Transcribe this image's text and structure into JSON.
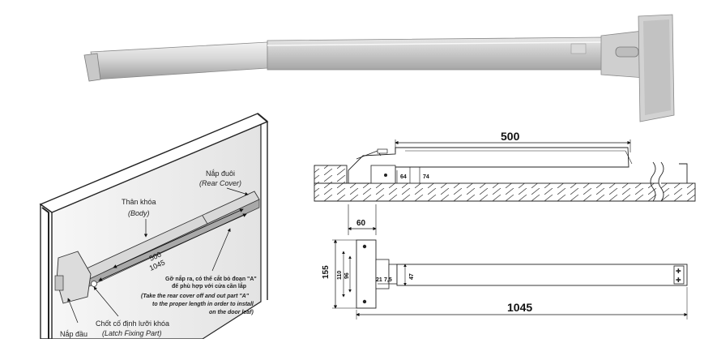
{
  "product": {
    "alt": ""
  },
  "perspective": {
    "labels": {
      "rear_cover_vi": "Nắp đuôi",
      "rear_cover_en": "(Rear Cover)",
      "body_vi": "Thân khóa",
      "body_en": "(Body)",
      "latch_vi": "Chốt cố định lưỡi khóa",
      "latch_en": "(Latch Fixing Part)",
      "head_cover_vi": "Nắp đầu"
    },
    "dims_on_bar": {
      "d500": "500",
      "d1045": "1045"
    },
    "note": {
      "vi_line1": "Gỡ nắp ra, có thể cắt bỏ đoạn \"A\"",
      "vi_line2": "để phù hợp với cửa cần lắp",
      "en_line1": "(Take the rear cover off and out part \"A\"",
      "en_line2": "to the proper length in order to install",
      "en_line3": "on the door leaf)"
    }
  },
  "technical": {
    "top_view": {
      "dim_500": "500",
      "dim_64": "64",
      "dim_74": "74"
    },
    "bottom_view": {
      "dim_60": "60",
      "dim_155": "155",
      "dim_110": "110",
      "dim_96": "96",
      "dim_21": "21",
      "dim_7_5": "7,5",
      "dim_47": "47",
      "dim_1045": "1045"
    }
  },
  "colors": {
    "metal_light": "#e6e6e6",
    "metal_mid": "#c4c4c4",
    "metal_dark": "#8e8e8e",
    "line": "#222222"
  }
}
